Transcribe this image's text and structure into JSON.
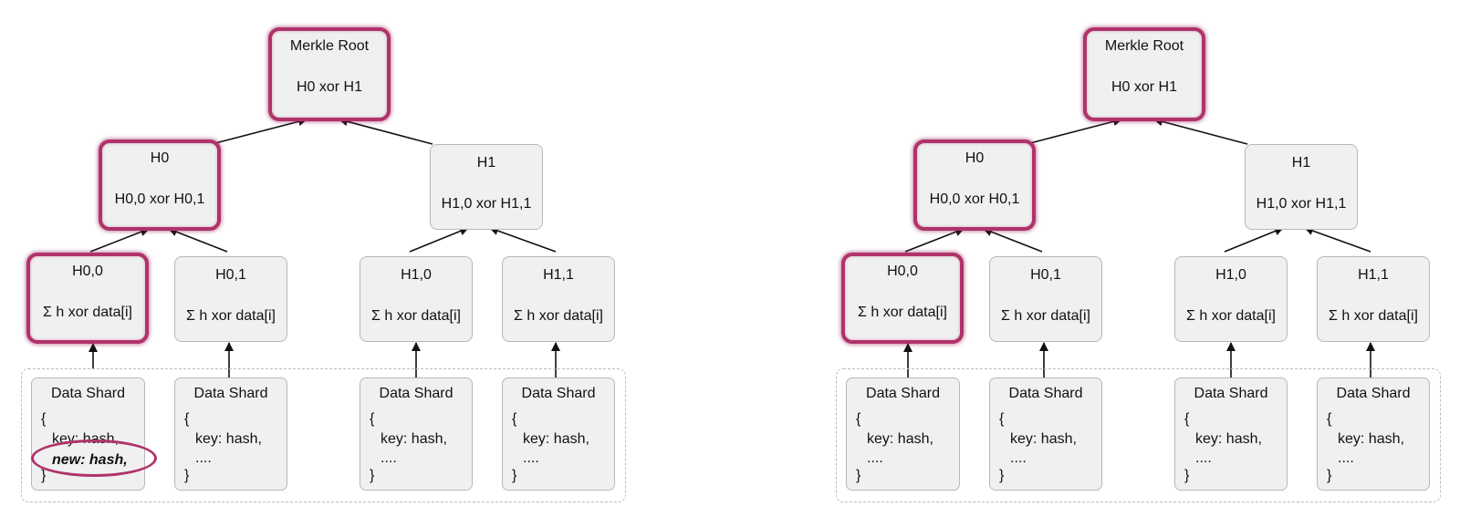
{
  "diagrams": [
    {
      "root": {
        "title": "Merkle Root",
        "formula": "H0 xor H1"
      },
      "h0": {
        "title": "H0",
        "formula": "H0,0 xor H0,1"
      },
      "h1": {
        "title": "H1",
        "formula": "H1,0 xor H1,1"
      },
      "leaves": [
        {
          "title": "H0,0",
          "formula": "Σ h xor data[i]"
        },
        {
          "title": "H0,1",
          "formula": "Σ h xor data[i]"
        },
        {
          "title": "H1,0",
          "formula": "Σ h xor data[i]"
        },
        {
          "title": "H1,1",
          "formula": "Σ h xor data[i]"
        }
      ],
      "shards": [
        {
          "title": "Data Shard",
          "open": "{",
          "line1": "key: hash,",
          "line2": "new: hash,",
          "close": "}"
        },
        {
          "title": "Data Shard",
          "open": "{",
          "line1": "key: hash,",
          "line2": "....",
          "close": "}"
        },
        {
          "title": "Data Shard",
          "open": "{",
          "line1": "key: hash,",
          "line2": "....",
          "close": "}"
        },
        {
          "title": "Data Shard",
          "open": "{",
          "line1": "key: hash,",
          "line2": "....",
          "close": "}"
        }
      ]
    },
    {
      "root": {
        "title": "Merkle Root",
        "formula": "H0 xor H1"
      },
      "h0": {
        "title": "H0",
        "formula": "H0,0 xor H0,1"
      },
      "h1": {
        "title": "H1",
        "formula": "H1,0 xor H1,1"
      },
      "leaves": [
        {
          "title": "H0,0",
          "formula": "Σ h xor data[i]"
        },
        {
          "title": "H0,1",
          "formula": "Σ h xor data[i]"
        },
        {
          "title": "H1,0",
          "formula": "Σ h xor data[i]"
        },
        {
          "title": "H1,1",
          "formula": "Σ h xor data[i]"
        }
      ],
      "shards": [
        {
          "title": "Data Shard",
          "open": "{",
          "line1": "key: hash,",
          "line2": "....",
          "close": "}"
        },
        {
          "title": "Data Shard",
          "open": "{",
          "line1": "key: hash,",
          "line2": "....",
          "close": "}"
        },
        {
          "title": "Data Shard",
          "open": "{",
          "line1": "key: hash,",
          "line2": "....",
          "close": "}"
        },
        {
          "title": "Data Shard",
          "open": "{",
          "line1": "key: hash,",
          "line2": "....",
          "close": "}"
        }
      ]
    }
  ],
  "colors": {
    "highlight": "#b0336b",
    "node_fill": "#f0f0f0",
    "node_border": "#b8b8b8",
    "edge": "#111111"
  }
}
